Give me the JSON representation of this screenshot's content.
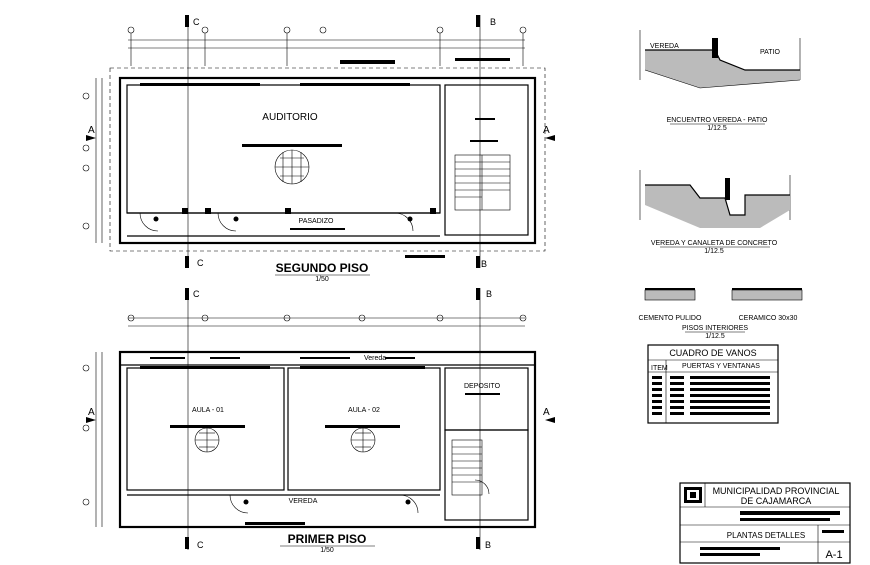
{
  "upper_plan": {
    "title": "SEGUNDO PISO",
    "scale": "1/50",
    "room_main": "AUDITORIO",
    "room_corridor": "PASADIZO"
  },
  "lower_plan": {
    "title": "PRIMER PISO",
    "scale": "1/50",
    "room_1": "AULA - 01",
    "room_2": "AULA - 02",
    "room_store": "DEPOSITO",
    "walkway": "VEREDA",
    "walkway_top": "Vereda"
  },
  "section_marks": {
    "a": "A",
    "b": "B",
    "c": "C"
  },
  "details": {
    "detail_1_title": "ENCUENTRO VEREDA - PATIO",
    "detail_1_scale": "1/12.5",
    "detail_1_label_vereda": "VEREDA",
    "detail_1_label_patio": "PATIO",
    "detail_2_title": "VEREDA Y CANALETA DE CONCRETO",
    "detail_2_scale": "1/12.5",
    "floor_1": "CEMENTO PULIDO",
    "floor_2": "CERAMICO 30x30",
    "floors_title": "PISOS INTERIORES",
    "floors_scale": "1/12.5"
  },
  "schedule": {
    "title": "CUADRO DE VANOS",
    "header_item": "ITEM",
    "header_group": "PUERTAS Y VENTANAS"
  },
  "title_block": {
    "org_line_1": "MUNICIPALIDAD PROVINCIAL",
    "org_line_2": "DE CAJAMARCA",
    "sheet_name": "PLANTAS DETALLES",
    "sheet_number": "A-1"
  }
}
